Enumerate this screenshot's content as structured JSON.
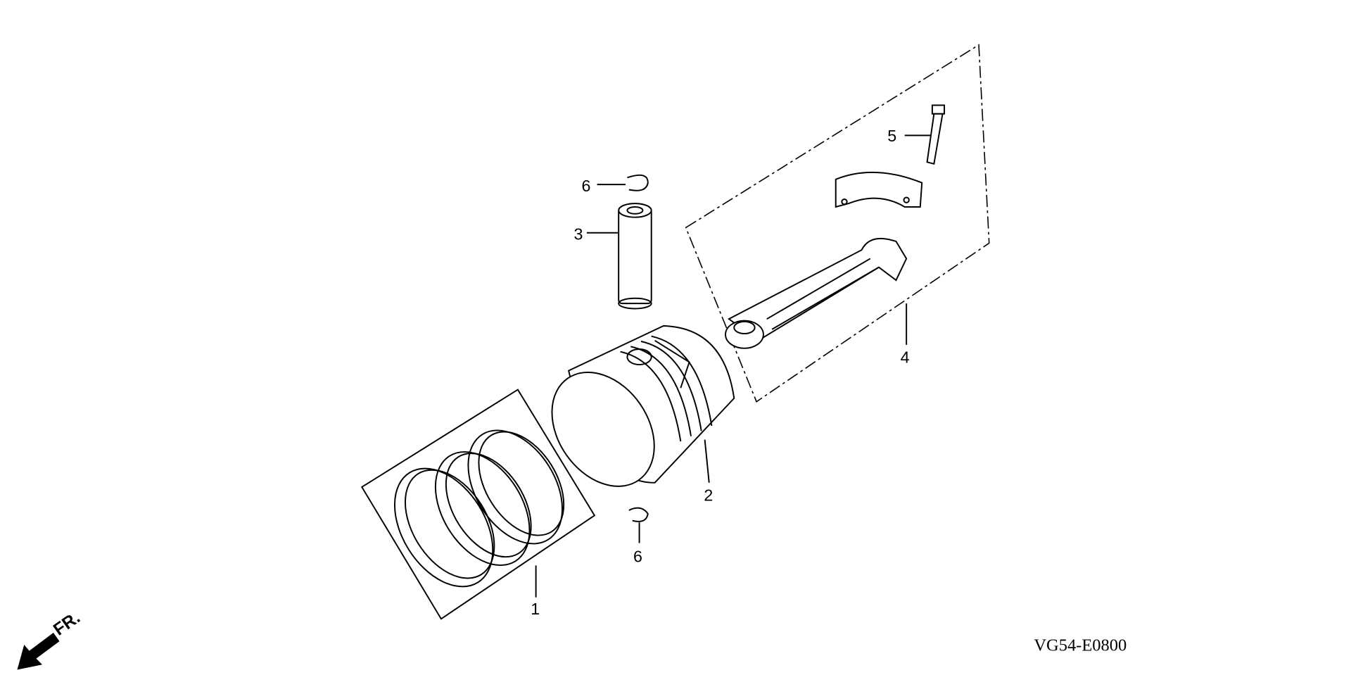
{
  "diagram": {
    "code": "VG54-E0800",
    "direction_label": "FR.",
    "callouts": [
      {
        "id": "callout-1",
        "text": "1",
        "part": "piston-ring-set"
      },
      {
        "id": "callout-2",
        "text": "2",
        "part": "piston"
      },
      {
        "id": "callout-3",
        "text": "3",
        "part": "piston-pin"
      },
      {
        "id": "callout-4",
        "text": "4",
        "part": "connecting-rod-assembly"
      },
      {
        "id": "callout-5",
        "text": "5",
        "part": "connecting-rod-bolt"
      },
      {
        "id": "callout-6a",
        "text": "6",
        "part": "piston-pin-clip"
      },
      {
        "id": "callout-6b",
        "text": "6",
        "part": "piston-pin-clip"
      }
    ]
  }
}
